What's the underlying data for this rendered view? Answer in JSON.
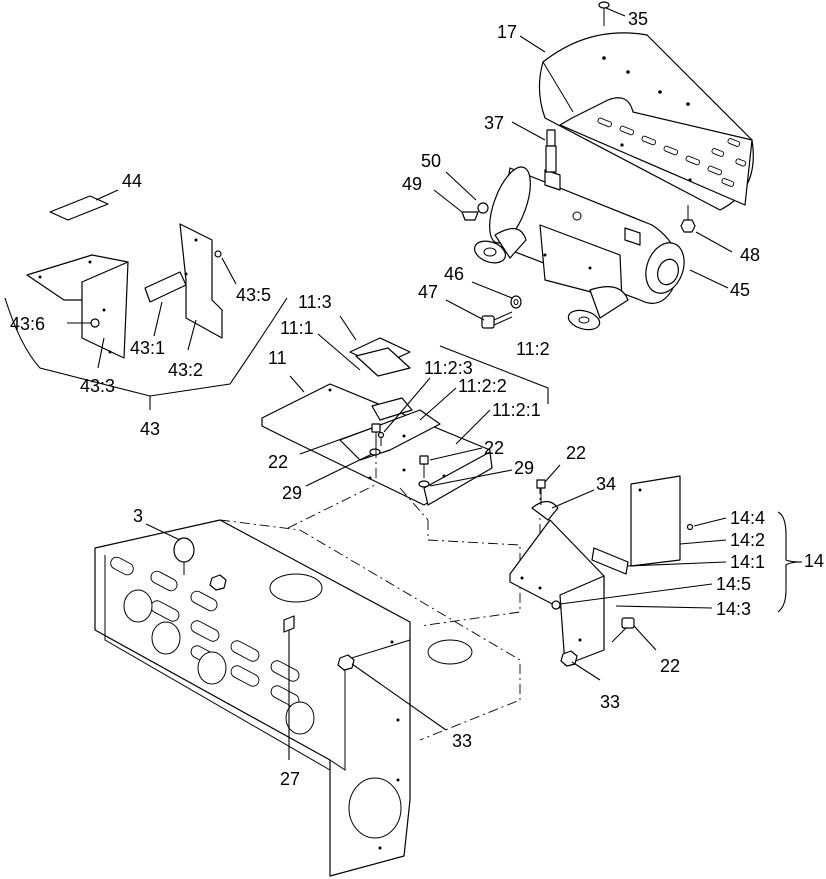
{
  "callouts": [
    {
      "key": "c35",
      "text": "35"
    },
    {
      "key": "c17",
      "text": "17"
    },
    {
      "key": "c37",
      "text": "37"
    },
    {
      "key": "c50",
      "text": "50"
    },
    {
      "key": "c49",
      "text": "49"
    },
    {
      "key": "c48",
      "text": "48"
    },
    {
      "key": "c46",
      "text": "46"
    },
    {
      "key": "c47",
      "text": "47"
    },
    {
      "key": "c45",
      "text": "45"
    },
    {
      "key": "c44",
      "text": "44"
    },
    {
      "key": "c43_5",
      "text": "43:5"
    },
    {
      "key": "c43_6",
      "text": "43:6"
    },
    {
      "key": "c43_1",
      "text": "43:1"
    },
    {
      "key": "c43_2",
      "text": "43:2"
    },
    {
      "key": "c43_3",
      "text": "43:3"
    },
    {
      "key": "c43",
      "text": "43"
    },
    {
      "key": "c11_3",
      "text": "11:3"
    },
    {
      "key": "c11_1",
      "text": "11:1"
    },
    {
      "key": "c11",
      "text": "11"
    },
    {
      "key": "c11_2",
      "text": "11:2"
    },
    {
      "key": "c11_2_3",
      "text": "11:2:3"
    },
    {
      "key": "c11_2_2",
      "text": "11:2:2"
    },
    {
      "key": "c11_2_1",
      "text": "11:2:1"
    },
    {
      "key": "c22_a",
      "text": "22"
    },
    {
      "key": "c22_b",
      "text": "22"
    },
    {
      "key": "c22_c",
      "text": "22"
    },
    {
      "key": "c22_d",
      "text": "22"
    },
    {
      "key": "c29_a",
      "text": "29"
    },
    {
      "key": "c29_b",
      "text": "29"
    },
    {
      "key": "c34",
      "text": "34"
    },
    {
      "key": "c3",
      "text": "3"
    },
    {
      "key": "c14_4",
      "text": "14:4"
    },
    {
      "key": "c14_2",
      "text": "14:2"
    },
    {
      "key": "c14_1",
      "text": "14:1"
    },
    {
      "key": "c14",
      "text": "14"
    },
    {
      "key": "c14_5",
      "text": "14:5"
    },
    {
      "key": "c14_3",
      "text": "14:3"
    },
    {
      "key": "c33_a",
      "text": "33"
    },
    {
      "key": "c33_b",
      "text": "33"
    },
    {
      "key": "c27",
      "text": "27"
    }
  ]
}
